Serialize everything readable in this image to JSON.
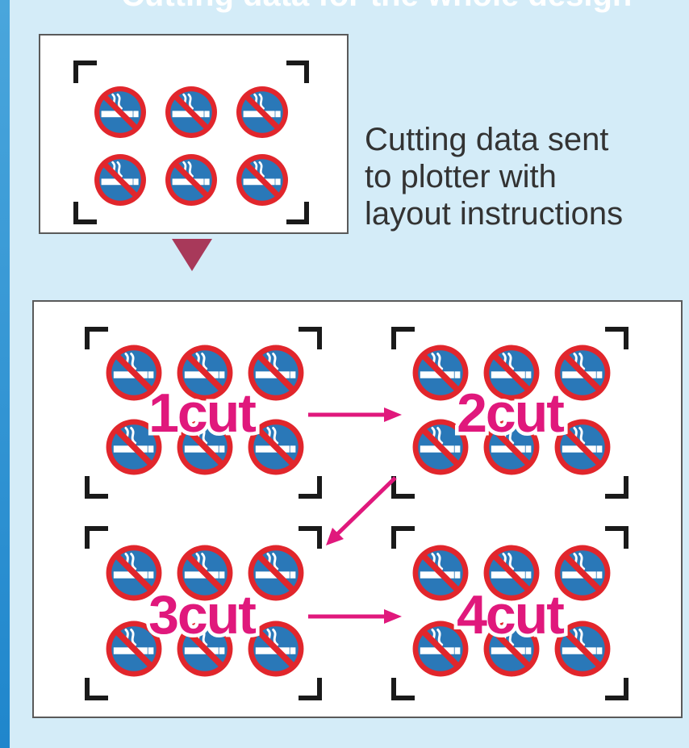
{
  "header_partial": "Cutting data for the whole design",
  "caption": {
    "lines": [
      "Cutting data sent",
      "to plotter with",
      "layout instructions"
    ]
  },
  "icon": "no-smoking-icon",
  "colors": {
    "background": "#d4ecf8",
    "accent": "#e0187c",
    "arrow_down": "#a8395a",
    "sign_red": "#e1262c",
    "sign_blue": "#2a78b8"
  },
  "cuts": [
    {
      "label": "1cut"
    },
    {
      "label": "2cut"
    },
    {
      "label": "3cut"
    },
    {
      "label": "4cut"
    }
  ]
}
